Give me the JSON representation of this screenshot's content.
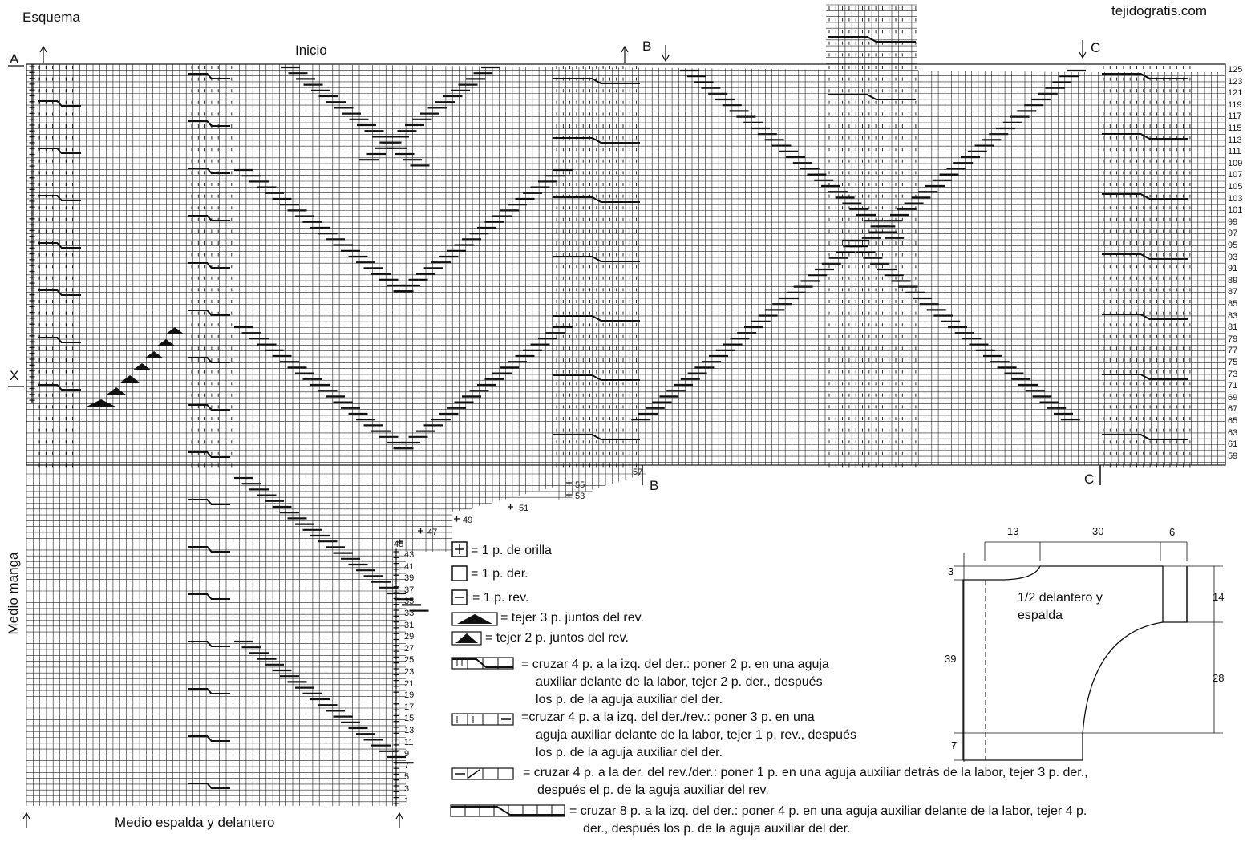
{
  "header": {
    "title": "Esquema",
    "watermark": "tejidogratis.com",
    "start_label": "Inicio"
  },
  "chart_markers": {
    "a": "A",
    "x": "X",
    "b_top": "B",
    "b_bottom": "B",
    "c_top": "C",
    "c_bottom": "C"
  },
  "side_labels": {
    "left_vertical": "Medio manga",
    "bottom": "Medio espalda y delantero"
  },
  "row_numbers": {
    "right_column": [
      "125",
      "123",
      "121",
      "119",
      "117",
      "115",
      "113",
      "111",
      "109",
      "107",
      "105",
      "103",
      "101",
      "99",
      "97",
      "95",
      "93",
      "91",
      "89",
      "87",
      "85",
      "83",
      "81",
      "79",
      "77",
      "75",
      "73",
      "71",
      "69",
      "67",
      "65",
      "63",
      "61",
      "59"
    ],
    "step_labels": [
      "57",
      "55",
      "53",
      "51",
      "49",
      "47",
      "45"
    ],
    "inner_column": [
      "43",
      "41",
      "39",
      "37",
      "35",
      "33",
      "31",
      "29",
      "27",
      "25",
      "23",
      "21",
      "19",
      "17",
      "15",
      "13",
      "11",
      "9",
      "7",
      "5",
      "3",
      "1"
    ]
  },
  "legend": [
    {
      "symbol": "edge-stitch",
      "text": "= 1 p. de orilla"
    },
    {
      "symbol": "knit-stitch",
      "text": "= 1 p. der."
    },
    {
      "symbol": "purl-stitch",
      "text": "= 1 p. rev."
    },
    {
      "symbol": "k3tog-purl",
      "text": "= tejer 3 p. juntos del rev."
    },
    {
      "symbol": "k2tog-purl",
      "text": "= tejer 2 p. juntos del rev."
    },
    {
      "symbol": "cable-4-left",
      "lines": [
        "= cruzar 4 p. a la izq. del der.: poner 2 p. en una aguja",
        "auxiliar delante de la labor, tejer 2 p. der., después",
        "los p. de la aguja auxiliar del der."
      ]
    },
    {
      "symbol": "cable-4-left-purl",
      "lines": [
        "=cruzar 4 p. a la izq. del der./rev.: poner 3 p. en una",
        "aguja auxiliar delante de la labor, tejer 1 p. rev., después",
        "los p. de la aguja auxiliar del der."
      ]
    },
    {
      "symbol": "cable-4-right-purl",
      "lines": [
        "= cruzar 4 p. a la der. del rev./der.: poner 1 p. en una aguja auxiliar detrás de la labor, tejer 3 p. der.,",
        "después el p. de la aguja auxiliar del rev."
      ]
    },
    {
      "symbol": "cable-8-left",
      "lines": [
        "= cruzar 8 p. a la izq. del der.: poner 4 p. en una aguja auxiliar delante de la labor, tejer 4 p.",
        "der., después los p. de la aguja auxiliar del der."
      ]
    }
  ],
  "schematic": {
    "label_line1": "1/2 delantero y",
    "label_line2": "espalda",
    "dims": {
      "top_a": "13",
      "top_b": "30",
      "top_c": "6",
      "left_top": "3",
      "left_mid": "39",
      "left_bottom": "7",
      "right_top": "14",
      "right_bottom": "28"
    }
  }
}
